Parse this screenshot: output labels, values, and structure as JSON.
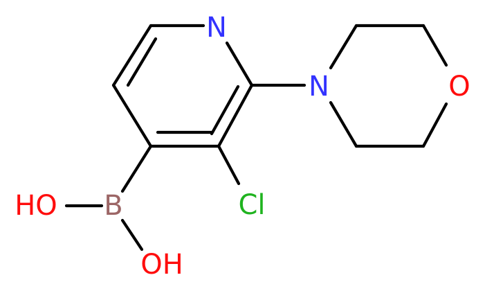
{
  "colors": {
    "background": "#ffffff",
    "bond": "#000000",
    "nitrogen": "#3333ff",
    "oxygen": "#ff0d0d",
    "chlorine": "#1fb31f",
    "boron": "#9c6666"
  },
  "atoms": {
    "pyridine_n": "N",
    "morpholine_n": "N",
    "morpholine_o": "O",
    "chlorine": "Cl",
    "boron": "B",
    "hydroxyl_1": "HO",
    "hydroxyl_2": "OH"
  }
}
